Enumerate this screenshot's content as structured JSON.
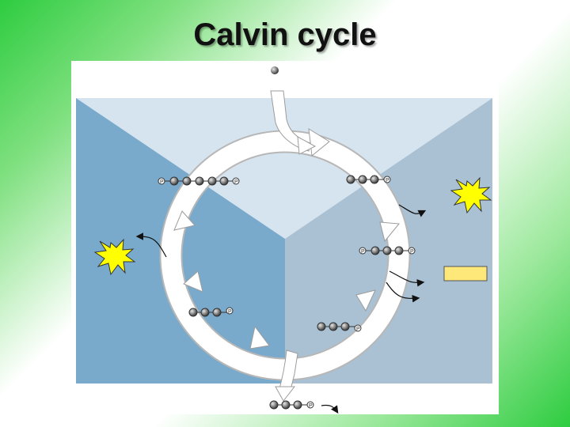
{
  "slide": {
    "title": "Calvin cycle"
  },
  "molecules": {
    "phosphate_symbol": "P",
    "top_input": {
      "carbons": 1
    },
    "rubp_left": {
      "carbons": 5,
      "phosphates": 2
    },
    "top_right": {
      "carbons": 3,
      "phosphates": 1
    },
    "right_middle": {
      "carbons": 3,
      "phosphates": 2
    },
    "lower_right": {
      "carbons": 3,
      "phosphates": 1
    },
    "lower_left": {
      "carbons": 3,
      "phosphates": 1
    },
    "bottom_output": {
      "carbons": 3,
      "phosphates": 1
    }
  },
  "colors": {
    "background_green": "#2ecc40",
    "light_blue_region": "#d6e4ef",
    "left_blue_region": "#79aacb",
    "right_blue_region": "#a9c1d3",
    "cycle_arrow": "#ffffff",
    "energy_starburst": "#ffff00",
    "label_box": "#ffe87a",
    "carbon_ball": "#808080"
  }
}
